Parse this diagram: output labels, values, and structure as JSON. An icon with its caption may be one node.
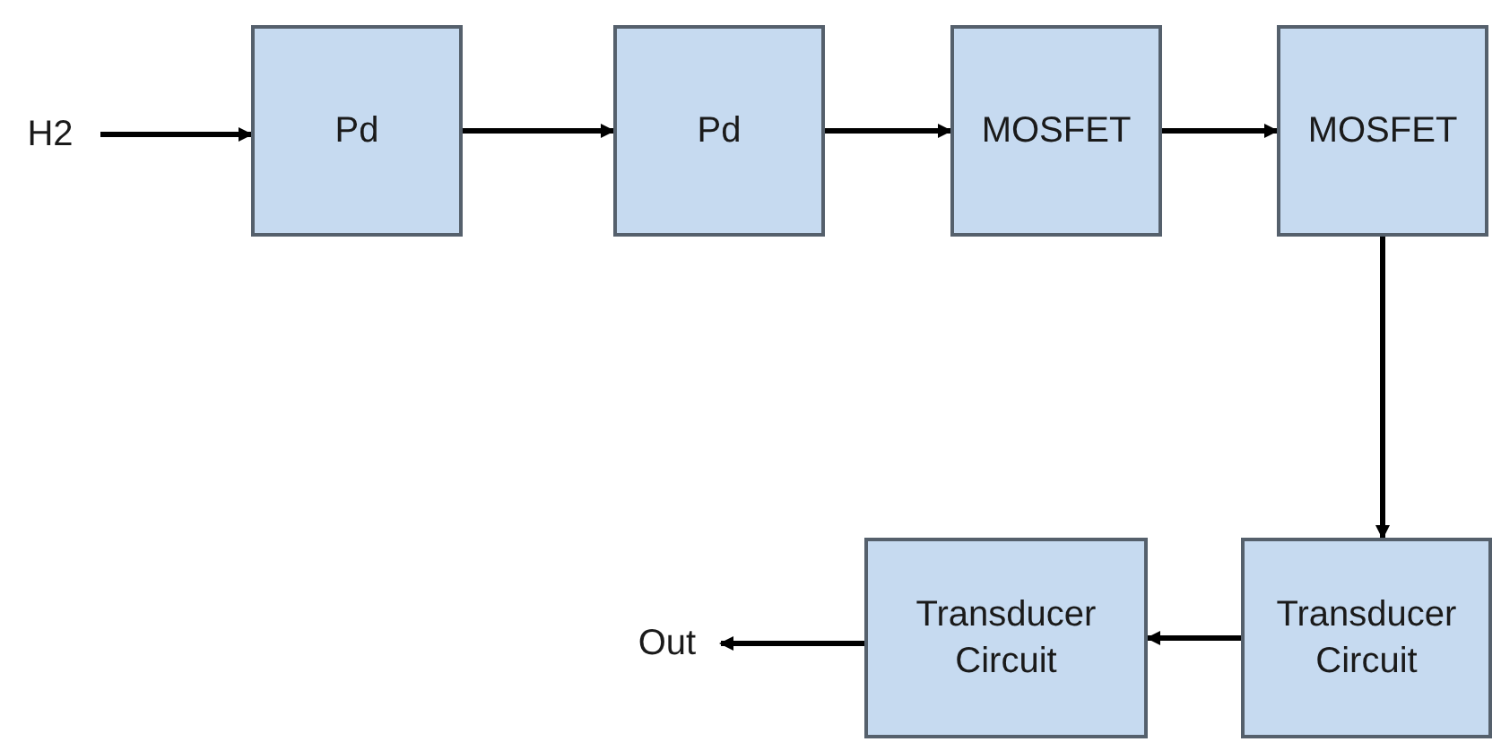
{
  "diagram": {
    "nodes": [
      {
        "text": [
          "H2"
        ]
      },
      {
        "text": [
          "Pd"
        ]
      },
      {
        "text": [
          "Pd"
        ]
      },
      {
        "text": [
          "MOSFET"
        ]
      },
      {
        "text": [
          "MOSFET"
        ]
      },
      {
        "text": [
          "Out"
        ]
      },
      {
        "text": [
          "Transducer Circuit"
        ]
      },
      {
        "text": [
          "Transducer Circuit"
        ]
      }
    ],
    "edges": [
      {
        "from": 0,
        "to": 1,
        "arrow": "to"
      },
      {
        "from": 1,
        "to": 2,
        "arrow": "to"
      },
      {
        "from": 2,
        "to": 3,
        "arrow": "to"
      },
      {
        "from": 3,
        "to": 4,
        "arrow": "to"
      },
      {
        "from": 4,
        "to": 7,
        "arrow": "to"
      },
      {
        "from": 7,
        "to": 6,
        "arrow": "to"
      },
      {
        "from": 6,
        "to": 5,
        "arrow": "to"
      }
    ]
  }
}
